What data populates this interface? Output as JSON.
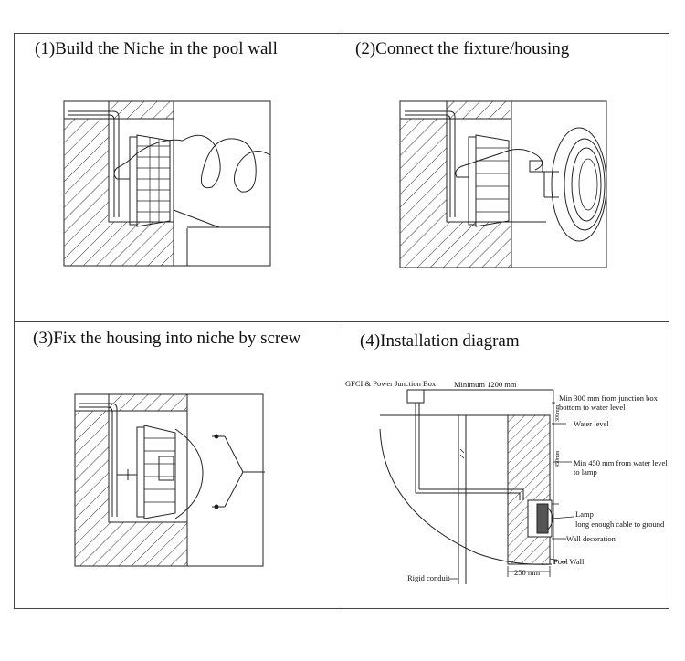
{
  "panels": [
    {
      "caption": "(1)Build the Niche in the pool wall"
    },
    {
      "caption": "(2)Connect the fixture/housing"
    },
    {
      "caption": "(3)Fix the housing into niche by screw"
    },
    {
      "caption": "(4)Installation diagram"
    }
  ],
  "installation": {
    "gfci_label": "GFCI & Power Junction Box",
    "min_1200": "Minimum 1200 mm",
    "min_300_line1": "Min 300 mm from junction box",
    "min_300_line2": "bottom to water level",
    "water_level": "Water level",
    "min_450_line1": "Min 450 mm from water level",
    "min_450_line2": "to lamp",
    "lamp_line1": "Lamp",
    "lamp_line2": "long enough cable to ground",
    "wall_decoration": "Wall decoration",
    "pool_wall": "Pool Wall",
    "rigid_conduit": "Rigid conduit",
    "dim_250": "250 mm",
    "dim_300_vertical": "300mm",
    "dim_450_vertical": "450mm"
  }
}
